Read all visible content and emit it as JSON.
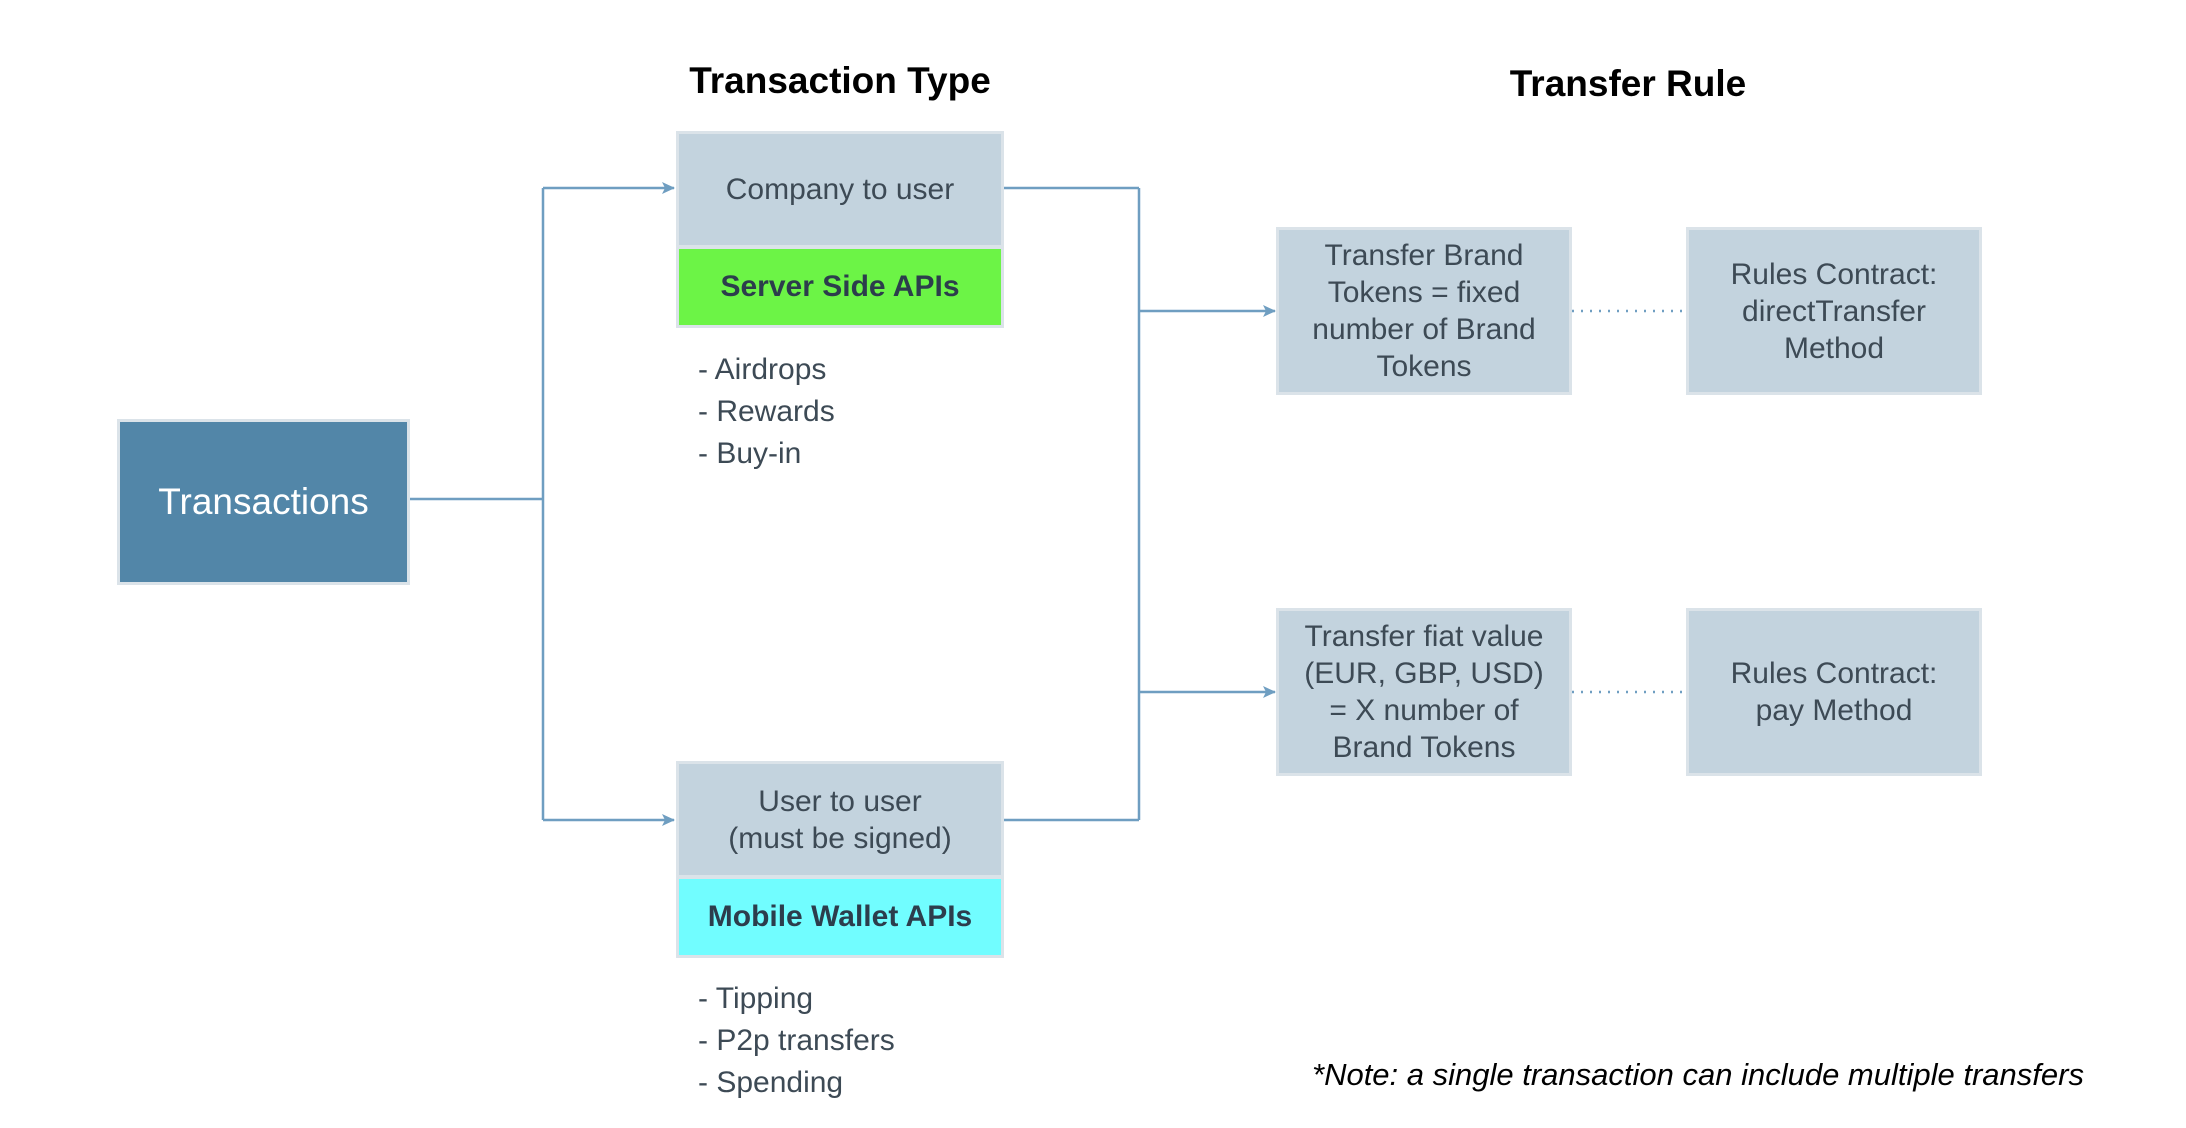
{
  "headings": {
    "transaction_type": "Transaction Type",
    "transfer_rule": "Transfer Rule"
  },
  "root": {
    "label": "Transactions"
  },
  "company_branch": {
    "type_label": "Company to user",
    "api_label": "Server Side APIs",
    "api_color": "#6cf446",
    "bullets": [
      "- Airdrops",
      "- Rewards",
      "- Buy-in"
    ]
  },
  "user_branch": {
    "type_label": "User to user\n(must be signed)",
    "api_label": "Mobile Wallet APIs",
    "api_color": "#71fdff",
    "bullets": [
      "- Tipping",
      "- P2p transfers",
      "- Spending"
    ]
  },
  "rules": [
    {
      "transfer": "Transfer Brand\nTokens = fixed\nnumber of Brand\nTokens",
      "contract": "Rules Contract:\ndirectTransfer\nMethod"
    },
    {
      "transfer": "Transfer fiat value\n(EUR, GBP, USD)\n= X number of\nBrand Tokens",
      "contract": "Rules Contract:\npay Method"
    }
  ],
  "note": "*Note: a single transaction can include multiple transfers",
  "colors": {
    "connector": "#6f9ec1",
    "root_fill": "#5286a8",
    "box_fill": "#c3d3de"
  }
}
